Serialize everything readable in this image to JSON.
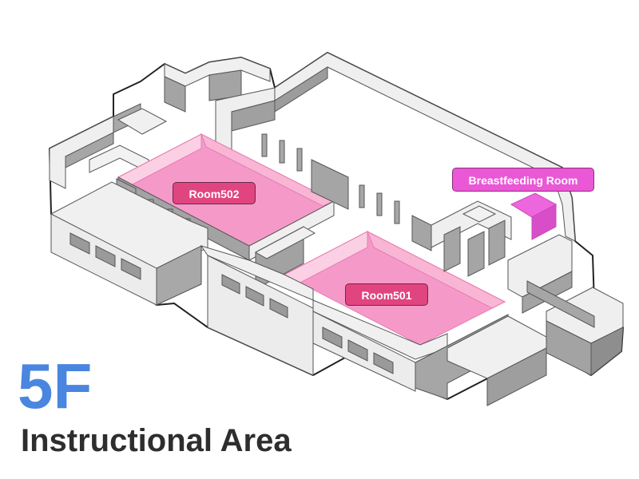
{
  "floor": {
    "number": "5F",
    "area_name": "Instructional Area"
  },
  "rooms": [
    {
      "id": "room502",
      "label": "Room502"
    },
    {
      "id": "room501",
      "label": "Room501"
    },
    {
      "id": "breastfeeding",
      "label": "Breastfeeding Room"
    }
  ],
  "colors": {
    "floor_number": "#4a86e0",
    "floor_area": "#2e2e2e",
    "room_highlight": "#f59ac8",
    "room_label": "#e0457f",
    "breastfeeding_highlight": "#ee66dd",
    "breastfeeding_label": "#ea58d6",
    "wall_top": "#f2f2f2",
    "wall_side": "#a9a9a9",
    "floor_fill": "#ffffff"
  }
}
